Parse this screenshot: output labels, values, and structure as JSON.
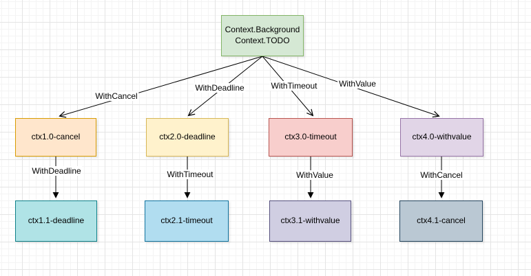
{
  "canvas": {
    "background": "#ffffff",
    "grid_minor_color": "#f4f4f4",
    "grid_major_color": "#e4e4e4",
    "edge_color": "#000000",
    "text_color": "#000000"
  },
  "nodes": {
    "root": {
      "label_line1": "Context.Background",
      "label_line2": "Context.TODO",
      "fill": "#d5e8d4",
      "stroke": "#82b366"
    },
    "ctx10": {
      "label": "ctx1.0-cancel",
      "fill": "#ffe6cc",
      "stroke": "#d79b00"
    },
    "ctx20": {
      "label": "ctx2.0-deadline",
      "fill": "#fff2cc",
      "stroke": "#d6b656"
    },
    "ctx30": {
      "label": "ctx3.0-timeout",
      "fill": "#f8cecc",
      "stroke": "#b85450"
    },
    "ctx40": {
      "label": "ctx4.0-withvalue",
      "fill": "#e1d5e7",
      "stroke": "#9673a6"
    },
    "ctx11": {
      "label": "ctx1.1-deadline",
      "fill": "#b0e3e6",
      "stroke": "#0e8088"
    },
    "ctx21": {
      "label": "ctx2.1-timeout",
      "fill": "#b1ddf0",
      "stroke": "#10739e"
    },
    "ctx31": {
      "label": "ctx3.1-withvalue",
      "fill": "#d0cee2",
      "stroke": "#56517e"
    },
    "ctx41": {
      "label": "ctx4.1-cancel",
      "fill": "#bac8d3",
      "stroke": "#23445d"
    }
  },
  "edge_labels": {
    "root_to_ctx10": "WithCancel",
    "root_to_ctx20": "WithDeadline",
    "root_to_ctx30": "WithTimeout",
    "root_to_ctx40": "WithValue",
    "ctx10_to_ctx11": "WithDeadline",
    "ctx20_to_ctx21": "WithTimeout",
    "ctx30_to_ctx31": "WithValue",
    "ctx40_to_ctx41": "WithCancel"
  }
}
